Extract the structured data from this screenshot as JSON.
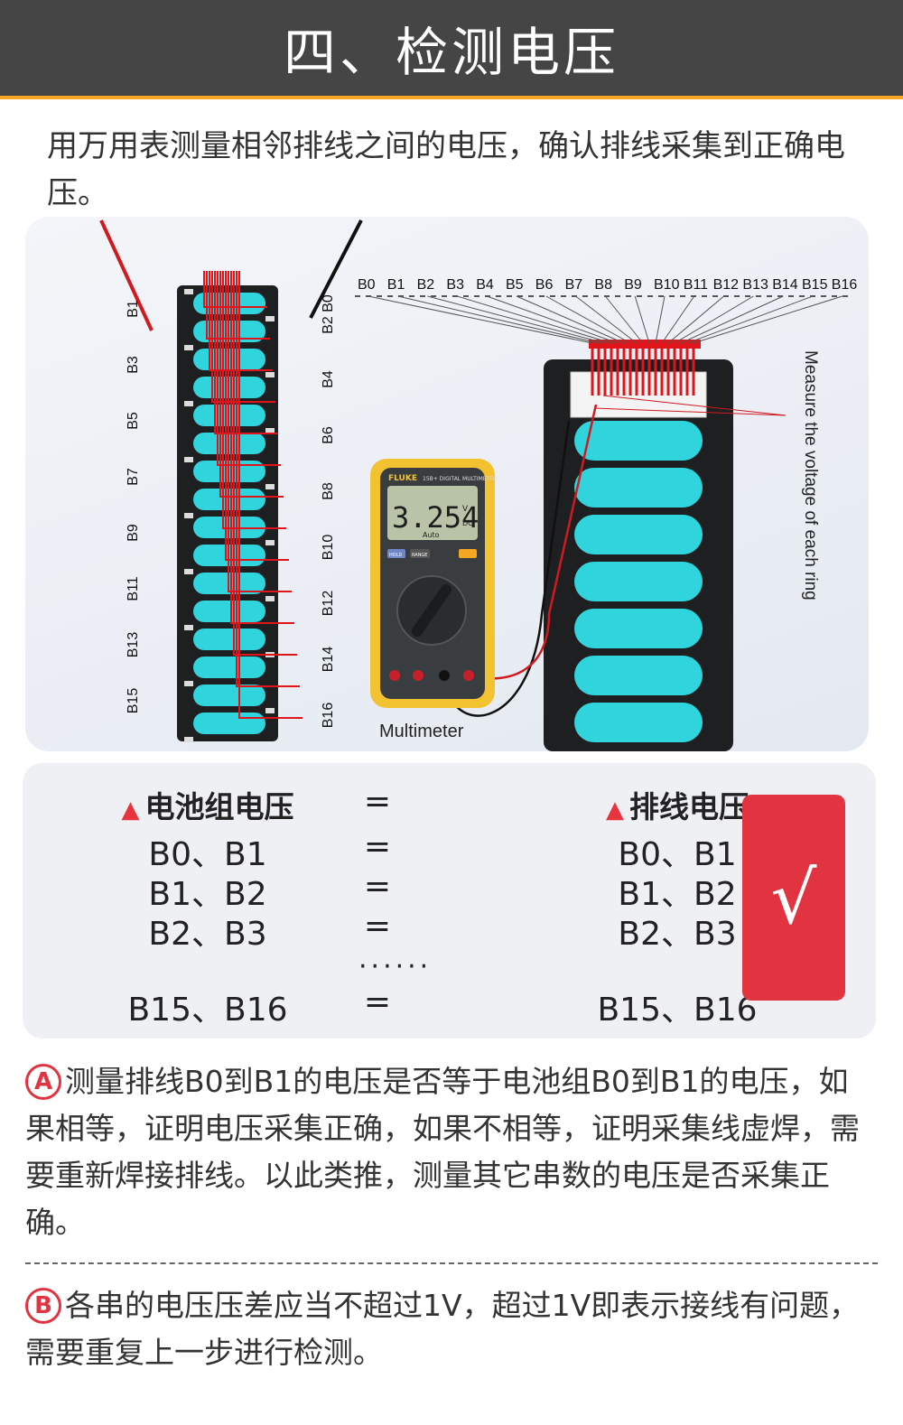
{
  "header": {
    "title": "四、检测电压"
  },
  "intro": {
    "text": "用万用表测量相邻排线之间的电压，确认排线采集到正确电压。"
  },
  "figure": {
    "left_pack_labels_left": [
      "B1",
      "B3",
      "B5",
      "B7",
      "B9",
      "B11",
      "B13",
      "B15"
    ],
    "left_pack_labels_right": [
      "B2 B0",
      "B4",
      "B6",
      "B8",
      "B10",
      "B12",
      "B14",
      "B16"
    ],
    "top_labels": [
      "B0",
      "B1",
      "B2",
      "B3",
      "B4",
      "B5",
      "B6",
      "B7",
      "B8",
      "B9",
      "B10",
      "B11",
      "B12",
      "B13",
      "B14",
      "B15",
      "B16"
    ],
    "multimeter": {
      "brand": "FLUKE",
      "model": "15B+ DIGITAL MULTIMETER",
      "reading": "3.254",
      "unit": "V",
      "mode": "DC",
      "auto": "Auto",
      "btn_hold": "HOLD",
      "btn_range": "RANGE",
      "label": "Multimeter"
    },
    "side_caption": "Measure the voltage of each ring"
  },
  "compare": {
    "left_header": "电池组电压",
    "right_header": "排线电压",
    "eq": "=",
    "rows": [
      {
        "left": "B0、B1",
        "right": "B0、B1"
      },
      {
        "left": "B1、B2",
        "right": "B1、B2"
      },
      {
        "left": "B2、B3",
        "right": "B2、B3"
      },
      {
        "left": "B15、B16",
        "right": "B15、B16"
      }
    ],
    "ellipsis": "······",
    "check": "√"
  },
  "notes": {
    "a_badge": "A",
    "a_text": "测量排线B0到B1的电压是否等于电池组B0到B1的电压，如果相等，证明电压采集正确，如果不相等，证明采集线虚焊，需要重新焊接排线。以此类推，测量其它串数的电压是否采集正确。",
    "b_badge": "B",
    "b_text": "各串的电压压差应当不超过1V，超过1V即表示接线有问题，需要重复上一步进行检测。"
  },
  "colors": {
    "header_bg": "#454545",
    "accent_orange": "#f5a623",
    "red": "#e23341",
    "cell_cyan": "#2fd4dc",
    "panel": "#eef0f4"
  }
}
